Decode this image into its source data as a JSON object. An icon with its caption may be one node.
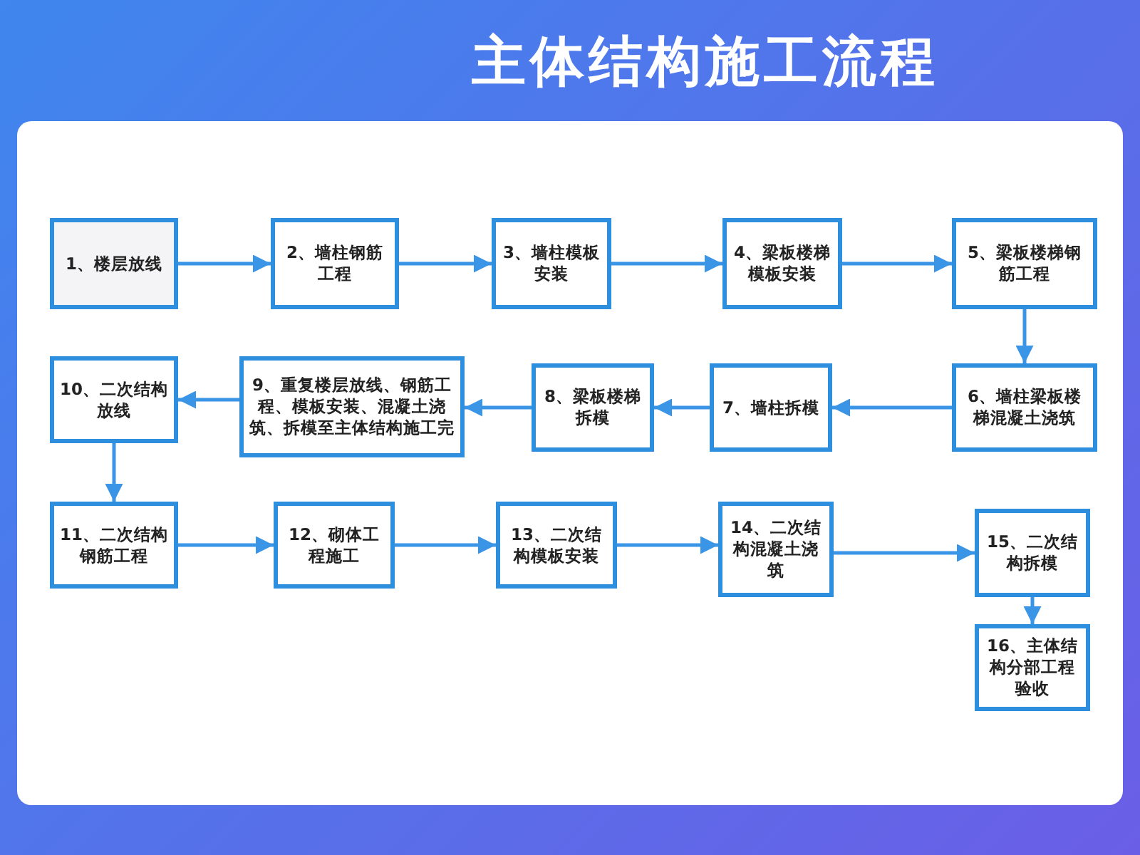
{
  "diagram": {
    "title": "主体结构施工流程",
    "nodes": [
      {
        "text": [
          "1、楼层放线"
        ]
      },
      {
        "text": [
          "2、墙柱钢筋工程"
        ]
      },
      {
        "text": [
          "3、墙柱模板安装"
        ]
      },
      {
        "text": [
          "4、梁板楼梯模板安装"
        ]
      },
      {
        "text": [
          "5、梁板楼梯钢筋工程"
        ]
      },
      {
        "text": [
          "6、墙柱梁板楼梯混凝土浇筑"
        ]
      },
      {
        "text": [
          "7、墙柱拆模"
        ]
      },
      {
        "text": [
          "8、梁板楼梯拆模"
        ]
      },
      {
        "text": [
          "9、重复楼层放线、钢筋工程、模板安装、混凝土浇筑、拆模至主体结构施工完"
        ]
      },
      {
        "text": [
          "10、二次结构放线"
        ]
      },
      {
        "text": [
          "11、二次结构钢筋工程"
        ]
      },
      {
        "text": [
          "12、砌体工程施工"
        ]
      },
      {
        "text": [
          "13、二次结构模板安装"
        ]
      },
      {
        "text": [
          "14、二次结构混凝土浇筑"
        ]
      },
      {
        "text": [
          "15、二次结构拆模"
        ]
      },
      {
        "text": [
          "16、主体结构分部工程验收"
        ]
      }
    ],
    "edges": [
      {
        "from": 0,
        "to": 1,
        "arrow": "to"
      },
      {
        "from": 1,
        "to": 2,
        "arrow": "to"
      },
      {
        "from": 2,
        "to": 3,
        "arrow": "to"
      },
      {
        "from": 3,
        "to": 4,
        "arrow": "to"
      },
      {
        "from": 4,
        "to": 5,
        "arrow": "to"
      },
      {
        "from": 5,
        "to": 6,
        "arrow": "to"
      },
      {
        "from": 6,
        "to": 7,
        "arrow": "to"
      },
      {
        "from": 7,
        "to": 8,
        "arrow": "to"
      },
      {
        "from": 8,
        "to": 9,
        "arrow": "to"
      },
      {
        "from": 9,
        "to": 10,
        "arrow": "to"
      },
      {
        "from": 10,
        "to": 11,
        "arrow": "to"
      },
      {
        "from": 11,
        "to": 12,
        "arrow": "to"
      },
      {
        "from": 12,
        "to": 13,
        "arrow": "to"
      },
      {
        "from": 13,
        "to": 14,
        "arrow": "to"
      },
      {
        "from": 14,
        "to": 15,
        "arrow": "to"
      }
    ]
  }
}
